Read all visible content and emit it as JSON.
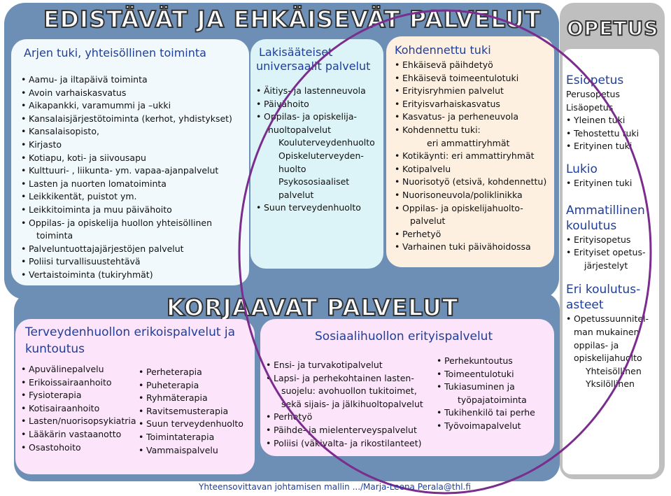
{
  "title_top": "EDISTÄVÄT JA EHKÄISEVÄT PALVELUT",
  "title_bottom": "KORJAAVAT PALVELUT",
  "title_right": "OPETUS",
  "arjen": {
    "heading": "Arjen tuki, yhteisöllinen toiminta",
    "items": [
      "Aamu- ja iltapäivä toiminta",
      "Avoin varhaiskasvatus",
      "Aikapankki, varamummi ja –ukki",
      "Kansalaisjärjestötoiminta (kerhot, yhdistykset)",
      "Kansalaisopisto,",
      "Kirjasto",
      "Kotiapu, koti- ja siivousapu",
      "Kulttuuri- , liikunta- ym. vapaa-ajanpalvelut",
      "Lasten ja nuorten lomatoiminta",
      "Leikkikentät, puistot ym.",
      "Leikkitoiminta ja muu päivähoito",
      "Oppilas- ja opiskelija huollon yhteisöllinen",
      "toiminta",
      "Palveluntuottajajärjestöjen palvelut",
      "Poliisi turvallisuustehtävä",
      "Vertaistoiminta (tukiryhmät)"
    ]
  },
  "laki": {
    "heading_1": "Lakisääteiset",
    "heading_2": "universaalit palvelut",
    "items": [
      "Äitiys- ja lastenneuvola",
      "Päivähoito",
      "Oppilas- ja opiskelija-",
      "huoltopalvelut",
      "Kouluterveydenhuolto",
      "Opiskeluterveyden-",
      "huolto",
      "Psykososiaaliset",
      "palvelut",
      "Suun terveydenhuolto"
    ]
  },
  "kohdennettu": {
    "heading": "Kohdennettu tuki",
    "items": [
      "Ehkäisevä päihdetyö",
      "Ehkäisevä toimeentulotuki",
      "Erityisryhmien palvelut",
      "Erityisvarhaiskasvatus",
      "Kasvatus- ja perheneuvola",
      "Kohdennettu tuki:",
      "eri ammattiryhmät",
      "Kotikäynti: eri ammattiryhmät",
      "Kotipalvelu",
      "Nuorisotyö (etsivä, kohdennettu)",
      "Nuorisoneuvola/poliklinikka",
      "Oppilas- ja opiskelijahuolto-",
      "palvelut",
      "Perhetyö",
      "Varhainen tuki päivähoidossa"
    ]
  },
  "terveydenhuolto": {
    "heading_1": "Terveydenhuollon erikoispalvelut  ja",
    "heading_2": "kuntoutus",
    "col1": [
      "Apuvälinepalvelu",
      "Erikoissairaanhoito",
      "Fysioterapia",
      "Kotisairaanhoito",
      "Lasten/nuorisopsykiatria",
      "Lääkärin vastaanotto",
      "Osastohoito"
    ],
    "col2": [
      "Perheterapia",
      "Puheterapia",
      "Ryhmäterapia",
      "Ravitsemusterapia",
      "Suun terveydenhuolto",
      "Toimintaterapia",
      "Vammaispalvelu"
    ]
  },
  "sosiaalihuolto": {
    "heading": "Sosiaalihuollon erityispalvelut",
    "col1": [
      "Ensi- ja turvakotipalvelut",
      "Lapsi- ja perhekohtainen lasten-",
      "suojelu: avohuollon tukitoimet,",
      "sekä sijais- ja jälkihuoltopalvelut",
      "Perhetyö",
      "Päihde- ja mielenterveyspalvelut",
      "Poliisi (väkivalta- ja rikostilanteet)"
    ],
    "col2": [
      "Perhekuntoutus",
      "Toimeentulotuki",
      "Tukiasuminen ja",
      "työpajatoiminta",
      "Tukihenkilö tai perhe",
      "Työvoimapalvelut"
    ]
  },
  "opetus": {
    "esiopetus_heading": "Esiopetus",
    "esiopetus_line1": "Perusopetus",
    "esiopetus_line2": "Lisäopetus",
    "esiopetus_items": [
      "Yleinen tuki",
      "Tehostettu tuki",
      "Erityinen tuki"
    ],
    "lukio_heading": "Lukio",
    "lukio_items": [
      "Erityinen tuki"
    ],
    "amm_heading_1": "Ammatillinen",
    "amm_heading_2": "koulutus",
    "amm_items": [
      "Erityisopetus",
      "Erityiset opetus-"
    ],
    "amm_cont": "järjestelyt",
    "eri_heading_1": "Eri koulutus-",
    "eri_heading_2": "asteet",
    "eri_item": "Opetussuunnitel-",
    "eri_lines": [
      "man mukainen",
      "oppilas- ja",
      "opiskelijahuolto",
      "Yhteisöllinen",
      "Yksilöllinen"
    ]
  },
  "footer": "Yhteensovittavan johtamisen mallin .../Marja-Leena Perala@thl.fi",
  "colors": {
    "panel": "#6e8fb5",
    "heading": "#1f3e99",
    "oval": "#7b2d8e"
  }
}
